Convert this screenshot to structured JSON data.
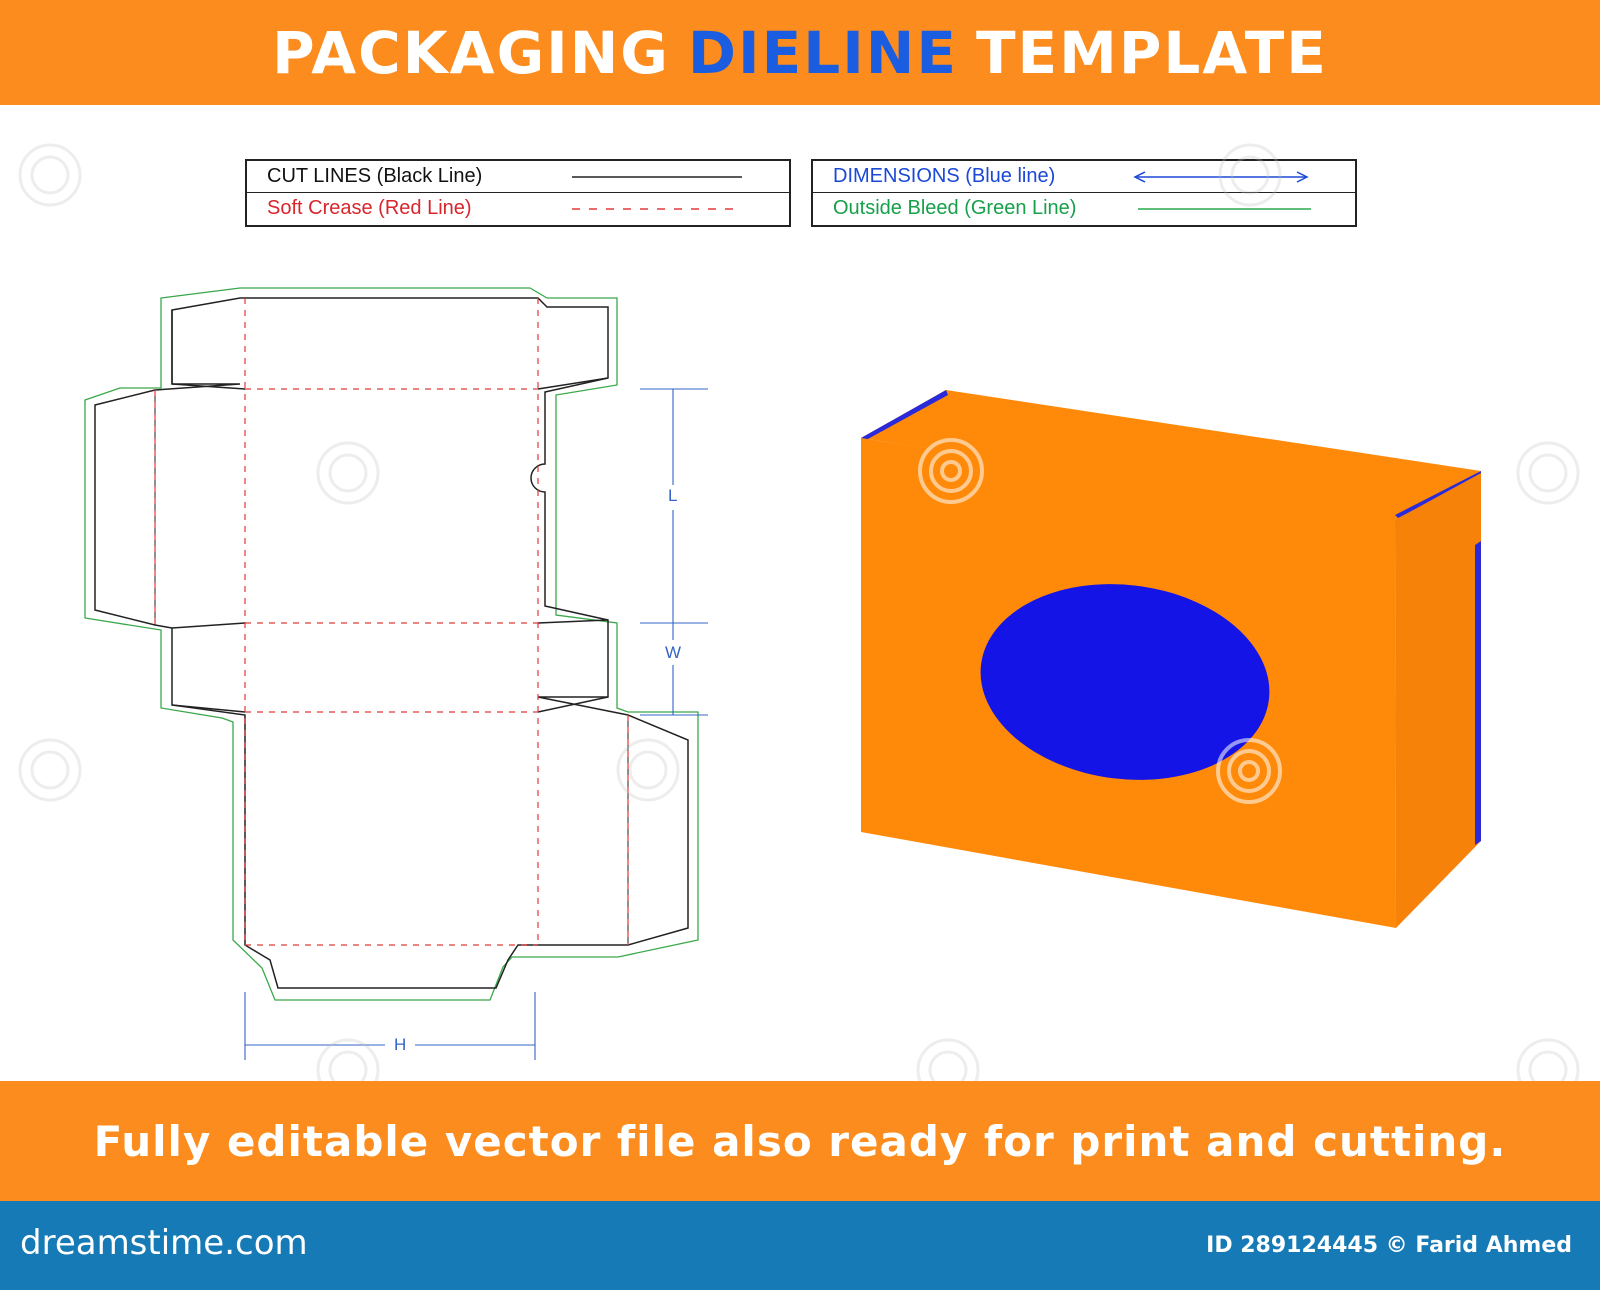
{
  "header": {
    "title_part1": "PACKAGING",
    "title_accent": "DIELINE",
    "title_part2": "TEMPLATE"
  },
  "legend": {
    "cut_lines": "CUT LINES (Black Line)",
    "soft_crease": "Soft Crease (Red Line)",
    "dimensions": "DIMENSIONS (Blue line)",
    "outside_bleed": "Outside Bleed (Green Line)"
  },
  "dimension_labels": {
    "length": "L",
    "width": "W",
    "height": "H"
  },
  "tagline": "Fully editable vector file also ready for print and cutting.",
  "footer": {
    "brand": "dreamstime.com",
    "credit": "ID 289124445 © Farid Ahmed"
  },
  "watermark": "dreamstime",
  "colors": {
    "orange": "#fb8c1d",
    "box_orange": "#ff8a0a",
    "blue": "#1b5de0",
    "window_blue": "#1414e6",
    "cut": "#222222",
    "crease": "#e23a3a",
    "bleed": "#3aa84a",
    "dimension": "#3563c8",
    "footer_blue": "#157ab5"
  },
  "icons": [
    "dreamstime-spiral-icon"
  ]
}
